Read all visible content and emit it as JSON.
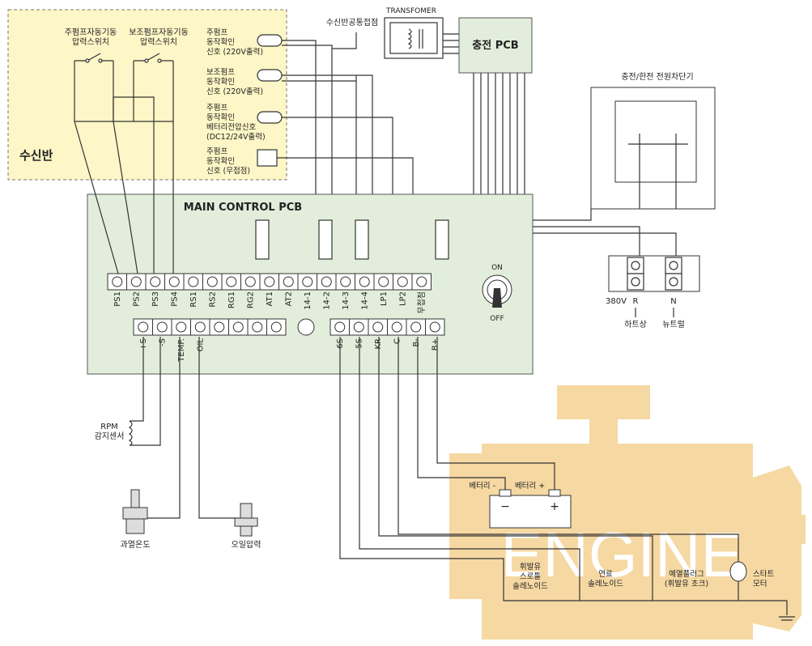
{
  "receiver_panel": {
    "title": "수신반",
    "switch_main_line1": "주펌프자동기동",
    "switch_main_line2": "압력스위치",
    "switch_aux_line1": "보조펌프자동기동",
    "switch_aux_line2": "압력스위치",
    "signal1": [
      "주펌프",
      "동작확인",
      "신호 (220V출력)"
    ],
    "signal2": [
      "보조펌프",
      "동작확인",
      "신호 (220V출력)"
    ],
    "signal3": [
      "주펌프",
      "동작확인",
      "베터리전압신호",
      "(DC12/24V출력)"
    ],
    "signal4": [
      "주펌프",
      "동작확인",
      "신호 (무접점)"
    ]
  },
  "top": {
    "common_contact": "수신반공통접점",
    "transformer": "TRANSFOMER",
    "charge_pcb": "충전 PCB"
  },
  "main_pcb": {
    "title": "MAIN CONTROL PCB",
    "top_terminals": [
      "PS1",
      "PS2",
      "PS3",
      "PS4",
      "RS1",
      "RS2",
      "RG1",
      "RG2",
      "AT1",
      "AT2",
      "14-1",
      "14-2",
      "14-3",
      "14-4",
      "LP1",
      "LP2",
      "무접점"
    ],
    "bottom_left_terminals": [
      "+S",
      "-S",
      "TEMP.",
      "OIL"
    ],
    "bottom_right_terminals": [
      "6S",
      "5S",
      "KR",
      "C",
      "B-",
      "B+"
    ],
    "switch_on": "ON",
    "switch_off": "OFF"
  },
  "power": {
    "breaker": "충전/한전 전원차단기",
    "v380": "380V",
    "r": "R",
    "n": "N",
    "r_sub": "하트상",
    "n_sub": "뉴트럴"
  },
  "sensors": {
    "rpm_line1": "RPM",
    "rpm_line2": "감지센서",
    "overheat": "과열온도",
    "oil_pressure": "오일압력"
  },
  "engine": {
    "watermark": "ENGINE",
    "battery_minus": "베터리 -",
    "battery_plus": "베터리 +",
    "solenoid1": [
      "휘발유",
      "스로틀",
      "솔레노이드"
    ],
    "solenoid2": [
      "연료",
      "솔레노이드"
    ],
    "glow": [
      "예열플러그",
      "(휘발유 초크)"
    ],
    "starter": [
      "스타트",
      "모터"
    ]
  },
  "colors": {
    "panel_fill": "#fdf6c6",
    "pcb_fill": "#e2eedb",
    "engine_watermark": "#f6d8a3",
    "pcb_border": "#555555"
  }
}
